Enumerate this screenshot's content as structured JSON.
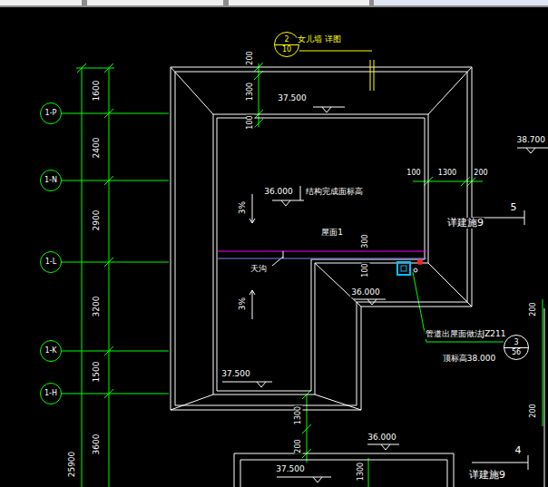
{
  "diagram": {
    "nodes": [
      {
        "text": [
          "2",
          "10"
        ]
      },
      {
        "text": [
          "1-P"
        ]
      },
      {
        "text": [
          "1-N"
        ]
      },
      {
        "text": [
          "1-L"
        ]
      },
      {
        "text": [
          "3",
          "56"
        ]
      },
      {
        "text": [
          "1-K"
        ]
      },
      {
        "text": [
          "1-H"
        ]
      }
    ],
    "labels": [
      "女儿墙 详图",
      "1600",
      "2400",
      "2900",
      "3200",
      "1500",
      "3600",
      "25900",
      "200",
      "1300",
      "100",
      "37.500",
      "38.700",
      "100",
      "1300",
      "200",
      "5",
      "详建施9",
      "36.000",
      "结构完成面标高",
      "3%",
      "屋面1",
      "300",
      "100",
      "天沟",
      "3%",
      "36.000",
      "管道出屋面做法JZ211",
      "顶标高38.000",
      "37.500",
      "200",
      "1300",
      "200",
      "36.000",
      "4",
      "200",
      "37.500",
      "详建施9",
      "1300"
    ]
  }
}
